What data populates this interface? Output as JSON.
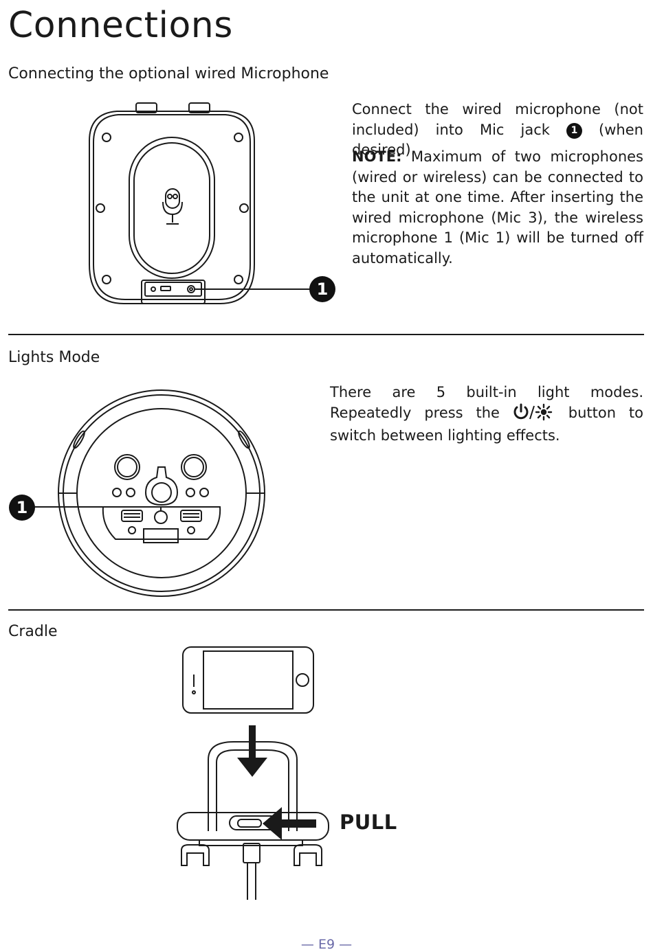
{
  "page": {
    "title": "Connections",
    "footer": "— E9 —"
  },
  "sections": {
    "microphone": {
      "heading": "Connecting the optional wired Microphone",
      "text_before_badge": "Connect the wired microphone (not included) into Mic jack",
      "badge": "1",
      "text_after_badge": "(when desired).",
      "note_label": "NOTE:",
      "note_text": "Maximum of two microphones (wired or wireless) can be connected to the unit at one time. After inserting the wired microphone (Mic 3), the wireless microphone 1 (Mic 1) will be turned off automatically.",
      "callout": "1"
    },
    "lights": {
      "heading": "Lights Mode",
      "text_before_icon": "There are 5 built-in light modes. Repeatedly press the",
      "text_after_icon": "button to switch between lighting effects.",
      "callout": "1"
    },
    "cradle": {
      "heading": "Cradle",
      "pull_label": "PULL"
    }
  },
  "icons": {
    "power_light": "power-light-icon",
    "microphone": "microphone-icon"
  },
  "colors": {
    "text": "#1a1a1a",
    "footer": "#6a6aa8"
  }
}
